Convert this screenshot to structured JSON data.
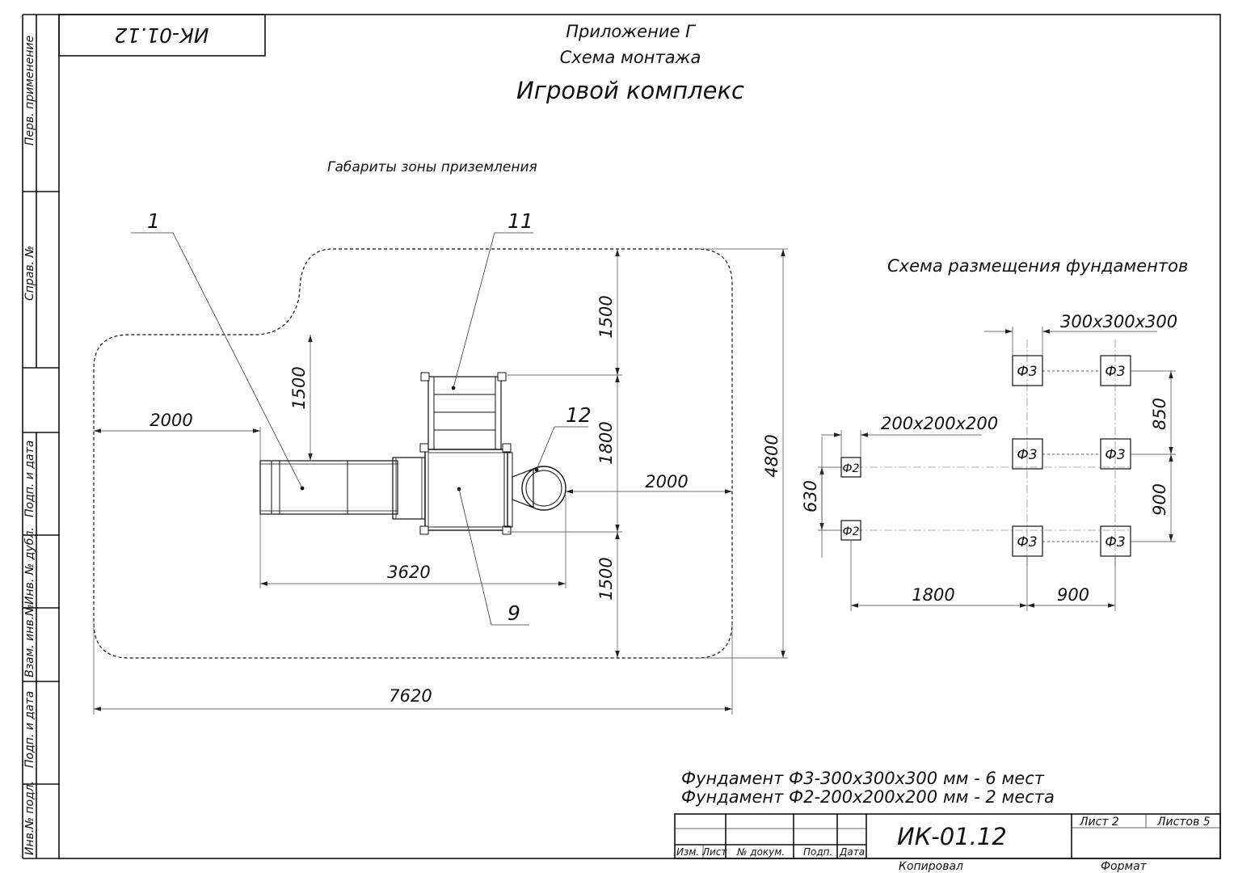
{
  "stamp_code_rotated": "ИК-01.12",
  "title": {
    "line1": "Приложение Г",
    "line2": "Схема монтажа",
    "line3": "Игровой комплекс"
  },
  "left_strip": {
    "perv_primenenie": "Перв. применение",
    "sprav_no": "Справ. №",
    "podp_data_1": "Подп. и дата",
    "inv_dubl": "Инв. № дубл.",
    "vzam_inv": "Взам. инв.№",
    "podp_data_2": "Подп. и дата",
    "inv_podl": "Инв.№ подл."
  },
  "landing_zone_label": "Габариты зоны приземления",
  "callouts": {
    "c1": "1",
    "c11": "11",
    "c12": "12",
    "c9": "9"
  },
  "main_dims": {
    "d_2000_left": "2000",
    "d_1500_left": "1500",
    "d_1500_top": "1500",
    "d_1800": "1800",
    "d_1500_bottom": "1500",
    "d_4800": "4800",
    "d_2000_right": "2000",
    "d_3620": "3620",
    "d_7620": "7620"
  },
  "foundation_scheme": {
    "title": "Схема размещения фундаментов",
    "size_f3": "300х300х300",
    "size_f2": "200х200х200",
    "f3_label": "Ф3",
    "f2_label": "Ф2",
    "d_850": "850",
    "d_900_v": "900",
    "d_630": "630",
    "d_1800": "1800",
    "d_900_h": "900"
  },
  "notes": {
    "line1": "Фундамент Ф3-300х300х300 мм - 6 мест",
    "line2": "Фундамент Ф2-200х200х200 мм - 2 места"
  },
  "title_block": {
    "code": "ИК-01.12",
    "izm": "Изм.",
    "list": "Лист",
    "doc_no": "№ докум.",
    "podp": "Подп.",
    "data": "Дата",
    "sheet": "Лист 2",
    "sheets": "Листов 5",
    "copied": "Копировал",
    "format": "Формат"
  }
}
